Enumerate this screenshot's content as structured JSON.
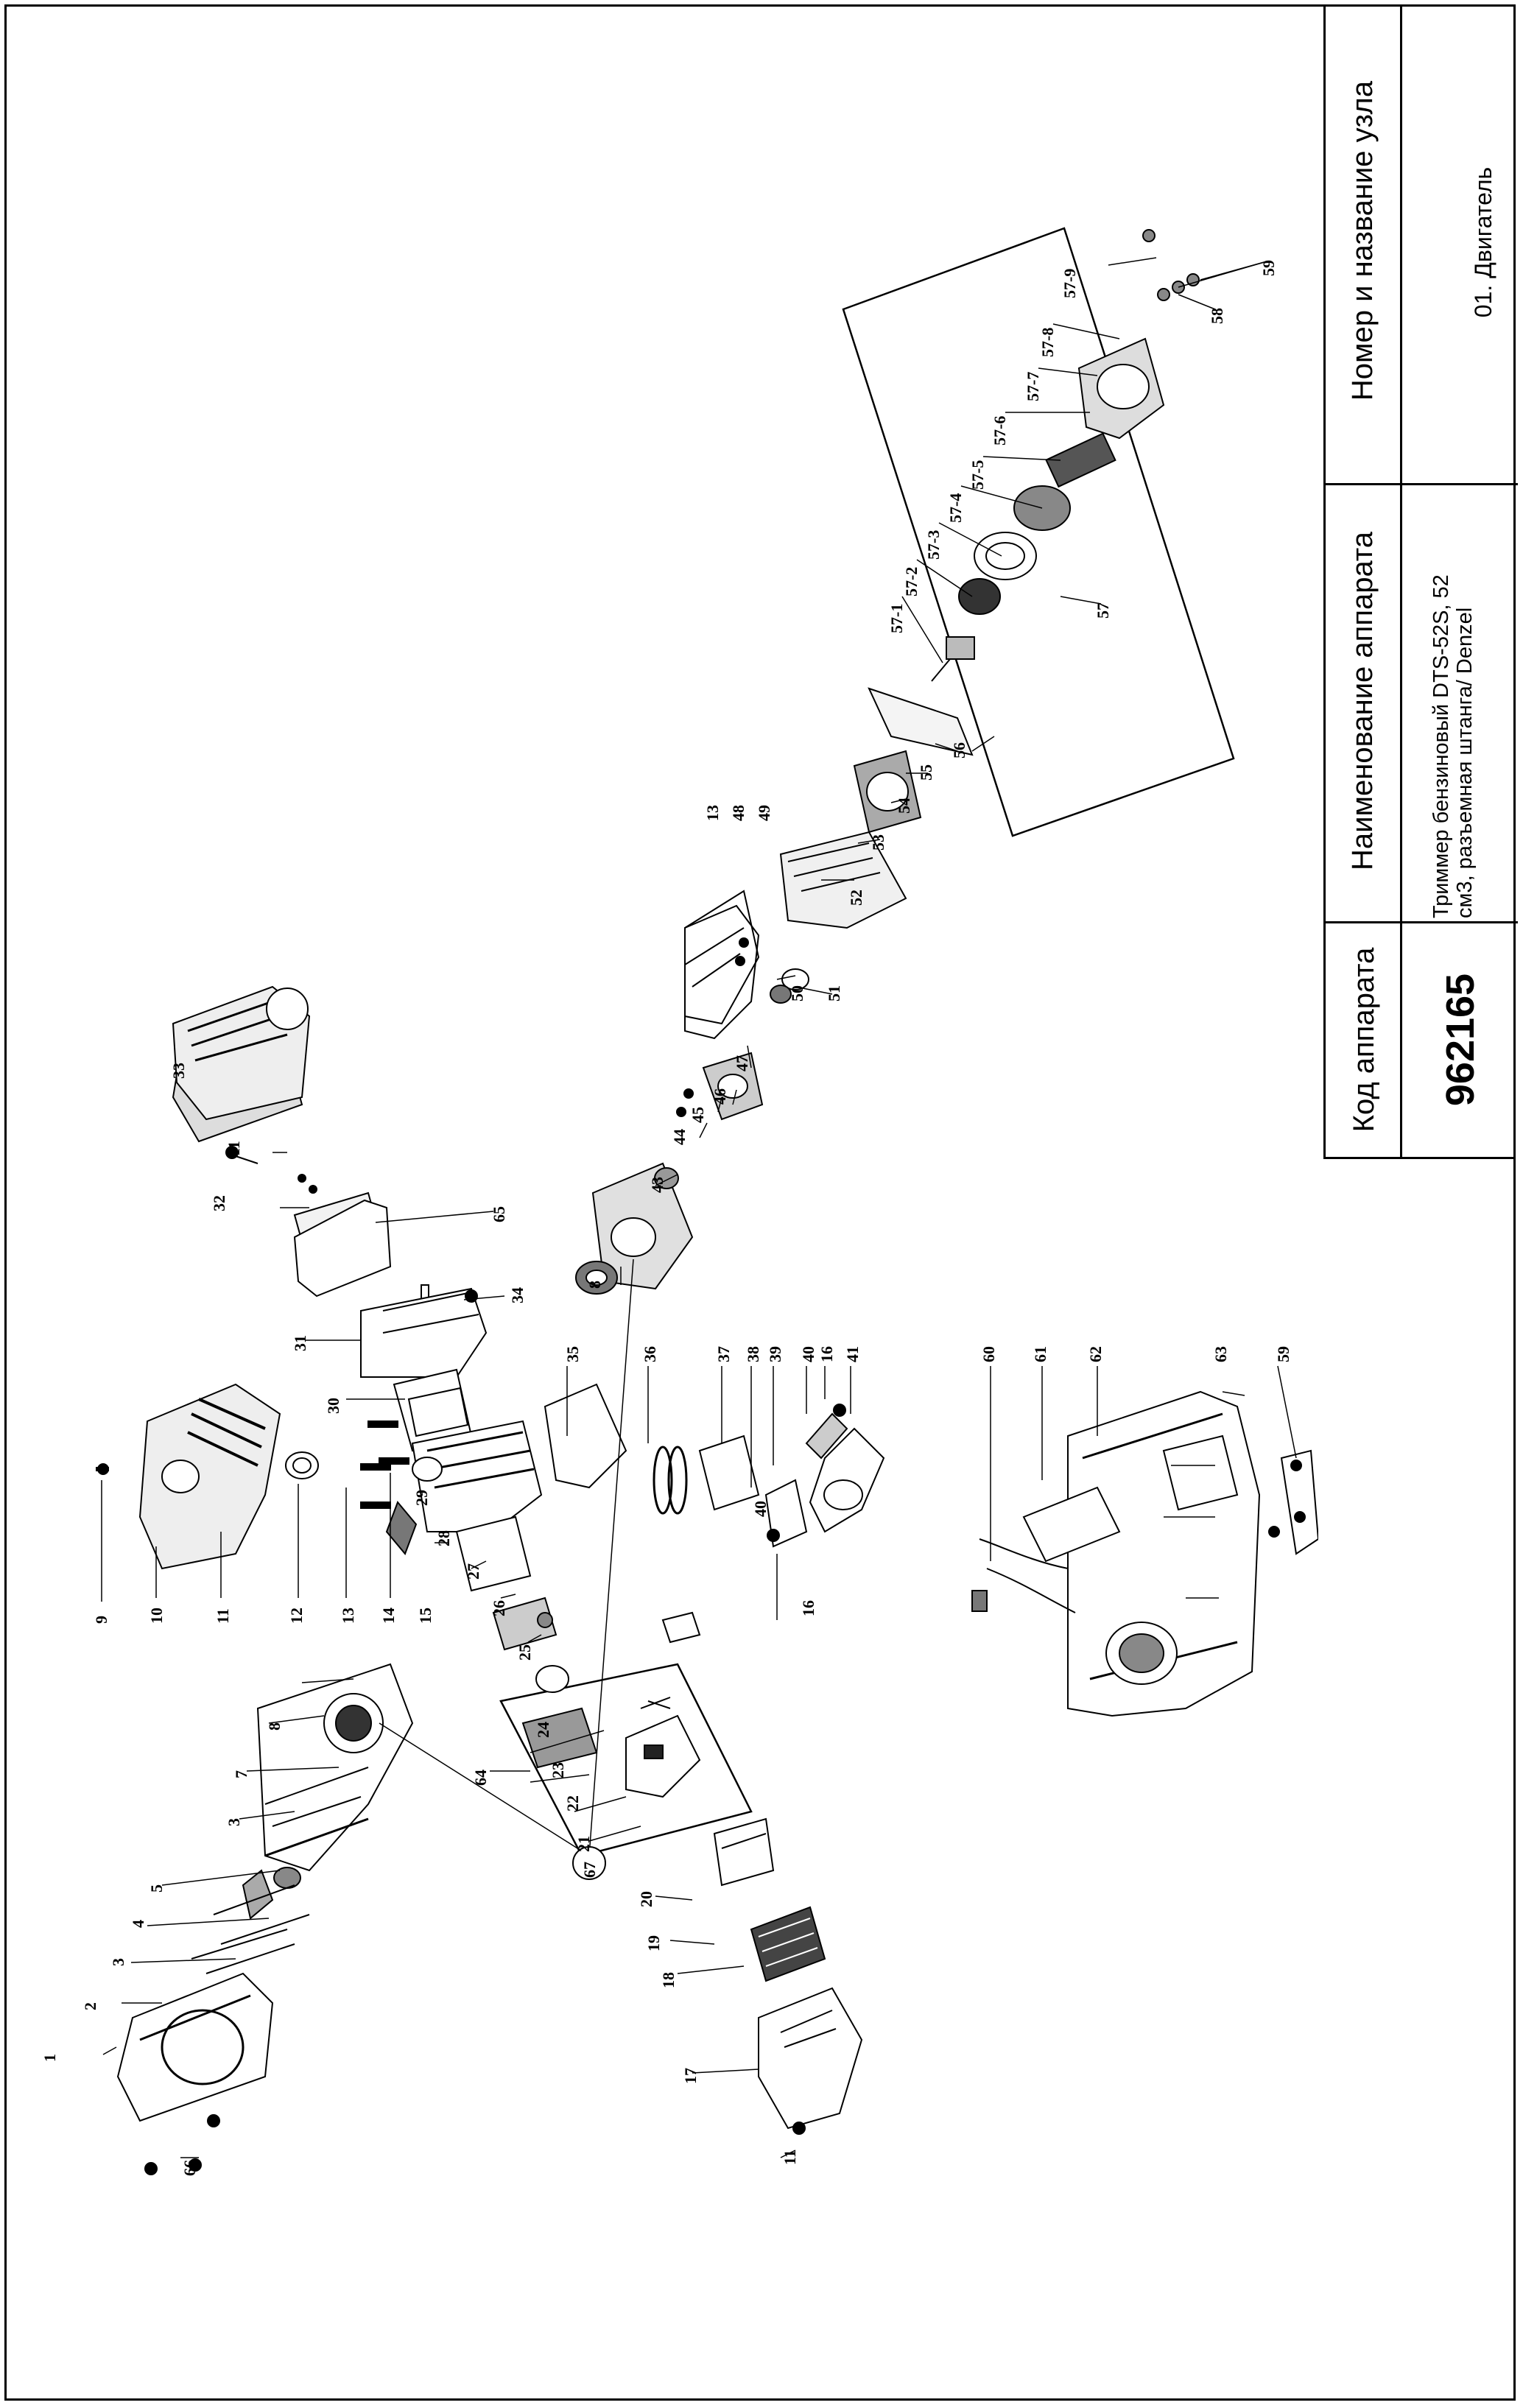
{
  "title_block": {
    "node_header": "Номер и название узла",
    "node_value": "01. Двигатель",
    "name_header": "Наименование аппарата",
    "name_line1": "Триммер бензиновый DTS-52S, 52",
    "name_line2": "см3, разъемная штанга/ Denzel",
    "code_header": "Код аппарата",
    "code_value": "962165"
  },
  "callouts": {
    "c1": "1",
    "c2": "2",
    "c3a": "3",
    "c3b": "3",
    "c4": "4",
    "c5": "5",
    "c66": "66",
    "c67": "67",
    "c7": "7",
    "c8a": "8",
    "c8b": "8",
    "c9": "9",
    "c10": "10",
    "c11a": "11",
    "c11b": "11",
    "c11c": "11",
    "c12": "12",
    "c13a": "13",
    "c13b": "13",
    "c14": "14",
    "c15": "15",
    "c16a": "16",
    "c16b": "16",
    "c17": "17",
    "c18": "18",
    "c19": "19",
    "c20": "20",
    "c21": "21",
    "c22": "22",
    "c23": "23",
    "c24": "24",
    "c64": "64",
    "c25": "25",
    "c26": "26",
    "c27": "27",
    "c28": "28",
    "c29": "29",
    "c30": "30",
    "c31": "31",
    "c32": "32",
    "c33": "33",
    "c34": "34",
    "c35": "35",
    "c36": "36",
    "c37": "37",
    "c38": "38",
    "c39": "39",
    "c40a": "40",
    "c40b": "40",
    "c41": "41",
    "c43": "43",
    "c44": "44",
    "c45": "45",
    "c46": "46",
    "c47": "47",
    "c48": "48",
    "c49": "49",
    "c50": "50",
    "c51": "51",
    "c52": "52",
    "c53": "53",
    "c54": "54",
    "c55": "55",
    "c56": "56",
    "c57": "57",
    "c57_1": "57-1",
    "c57_2": "57-2",
    "c57_3": "57-3",
    "c57_4": "57-4",
    "c57_5": "57-5",
    "c57_6": "57-6",
    "c57_7": "57-7",
    "c57_8": "57-8",
    "c57_9": "57-9",
    "c58": "58",
    "c59a": "59",
    "c59b": "59",
    "c60": "60",
    "c61": "61",
    "c62": "62",
    "c63": "63",
    "c65": "65"
  }
}
